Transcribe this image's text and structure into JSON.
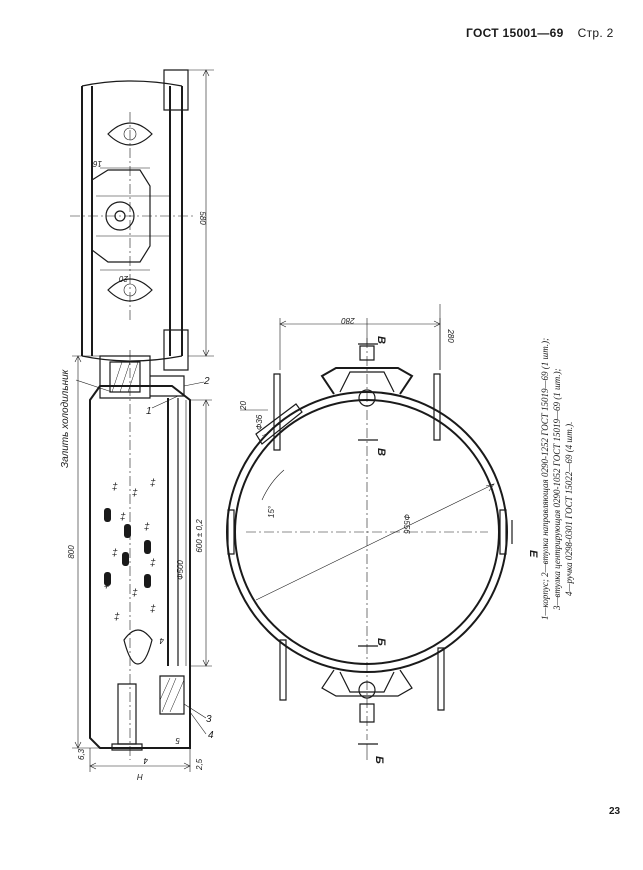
{
  "header": {
    "standard": "ГОСТ 15001—69",
    "page": "Стр. 2"
  },
  "page_number": "23",
  "side_view": {
    "dim_height": "580",
    "dim_a": "16",
    "dim_b": "20"
  },
  "section_view": {
    "annotation": "Залить холодильник",
    "dim_800": "800",
    "dim_600": "600 ± 0,2",
    "dim_d500": "Ф500",
    "dim_63": "6,3",
    "dim_25": "2,5",
    "dim_4a": "4",
    "dim_4b": "4",
    "dim_5": "5",
    "dim_H": "H",
    "part_1": "1",
    "part_2": "2",
    "part_3": "3",
    "part_4": "4"
  },
  "plan_view": {
    "dim_280_top": "280",
    "dim_280_right": "280",
    "dim_20": "20",
    "dim_d36": "Ф36",
    "dim_15": "15°",
    "dim_d556": "Ф556",
    "sec_B1": "В",
    "sec_B2": "В",
    "sec_Bb1": "Б",
    "sec_Bb2": "Б",
    "sec_E": "Е"
  },
  "caption": {
    "line1": "1—корпус; 2—втулка направляющая 0290-1252 ГОСТ 15019—69 (1 шт.);",
    "line2": "3—втулка центрирующая 0290-1052 ГОСТ 15019—69 (1 шт.);",
    "line3": "4—ручка 0298-0301 ГОСТ 15022—69 (4 шт.)."
  }
}
